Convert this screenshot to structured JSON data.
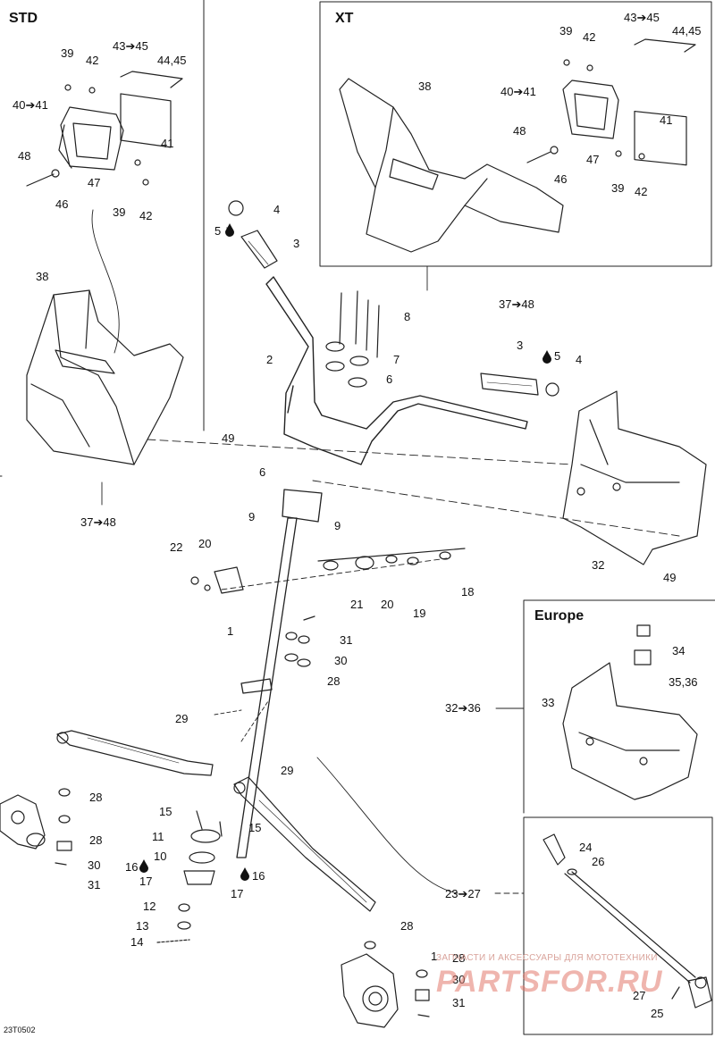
{
  "drawing_code": "23T0502",
  "watermark": {
    "tagline": "ЗАПЧАСТИ И АКСЕССУАРЫ ДЛЯ МОТОТЕХНИКИ",
    "logo_text": "PARTSFOR.RU"
  },
  "panels": {
    "std": "STD",
    "xt": "XT",
    "europe": "Europe"
  },
  "callouts": {
    "std_39": "39",
    "std_42": "42",
    "std_43_45": "43➔45",
    "std_44_45": "44,45",
    "std_40_41": "40➔41",
    "std_41": "41",
    "std_48": "48",
    "std_47": "47",
    "std_46": "46",
    "std_39b": "39",
    "std_42b": "42",
    "std_38": "38",
    "std_37_48": "37➔48",
    "xt_39": "39",
    "xt_42": "42",
    "xt_43_45": "43➔45",
    "xt_44_45": "44,45",
    "xt_38": "38",
    "xt_40_41": "40➔41",
    "xt_41": "41",
    "xt_48": "48",
    "xt_47": "47",
    "xt_46": "46",
    "xt_39b": "39",
    "xt_42b": "42",
    "xt_37_48": "37➔48",
    "p4a": "4",
    "p5a": "5",
    "p3a": "3",
    "p8": "8",
    "p2": "2",
    "p7": "7",
    "p6a": "6",
    "p3b": "3",
    "p5b": "5",
    "p4b": "4",
    "p49a": "49",
    "p6b": "6",
    "p9a": "9",
    "p9b": "9",
    "p32": "32",
    "p49b": "49",
    "p22": "22",
    "p20a": "20",
    "p20b": "20",
    "p21": "21",
    "p19": "19",
    "p18": "18",
    "p1a": "1",
    "p31a": "31",
    "p30a": "30",
    "p28a": "28",
    "eu_34": "34",
    "eu_35_36": "35,36",
    "eu_33": "33",
    "eu_32_36": "32➔36",
    "p29a": "29",
    "p29b": "29",
    "p28b": "28",
    "p28c": "28",
    "p30b": "30",
    "p31b": "31",
    "p15a": "15",
    "p15b": "15",
    "p11": "11",
    "p10": "10",
    "p16a": "16",
    "p16b": "16",
    "p17a": "17",
    "p17b": "17",
    "p12": "12",
    "p13": "13",
    "p14": "14",
    "p24": "24",
    "p26": "26",
    "p23_27": "23➔27",
    "p28d": "28",
    "p1b": "1",
    "p28e": "28",
    "p30c": "30",
    "p31c": "31",
    "p27": "27",
    "p25": "25"
  }
}
